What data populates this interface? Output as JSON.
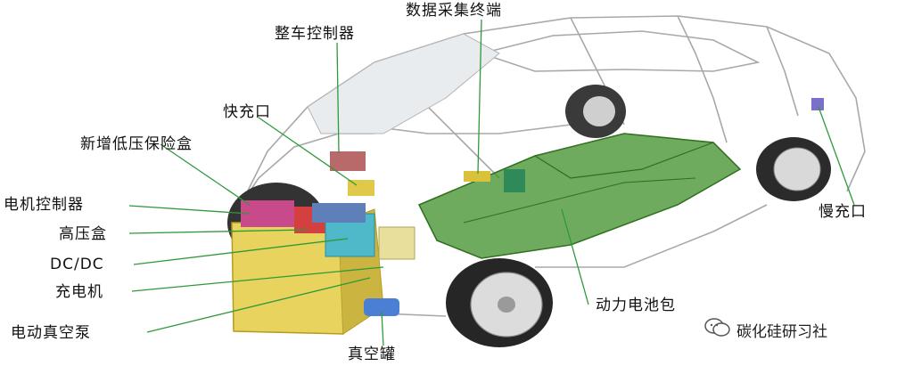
{
  "labels": {
    "data_terminal": "数据采集终端",
    "vehicle_controller": "整车控制器",
    "fast_charge_port": "快充口",
    "lv_fuse_box": "新增低压保险盒",
    "motor_controller": "电机控制器",
    "hv_box": "高压盒",
    "dcdc": "DC/DC",
    "charger": "充电机",
    "vacuum_pump": "电动真空泵",
    "vacuum_tank": "真空罐",
    "battery_pack": "动力电池包",
    "slow_charge_port": "慢充口"
  },
  "watermark": {
    "icon": "wechat-icon",
    "text": "碳化硅研习社"
  },
  "colors": {
    "battery": "#3f8f2a",
    "leader": "#2e9a3a",
    "body_outline": "#9a9a9a",
    "motor_yellow": "#e7d35e",
    "controller_cyan": "#4fb8c9"
  }
}
